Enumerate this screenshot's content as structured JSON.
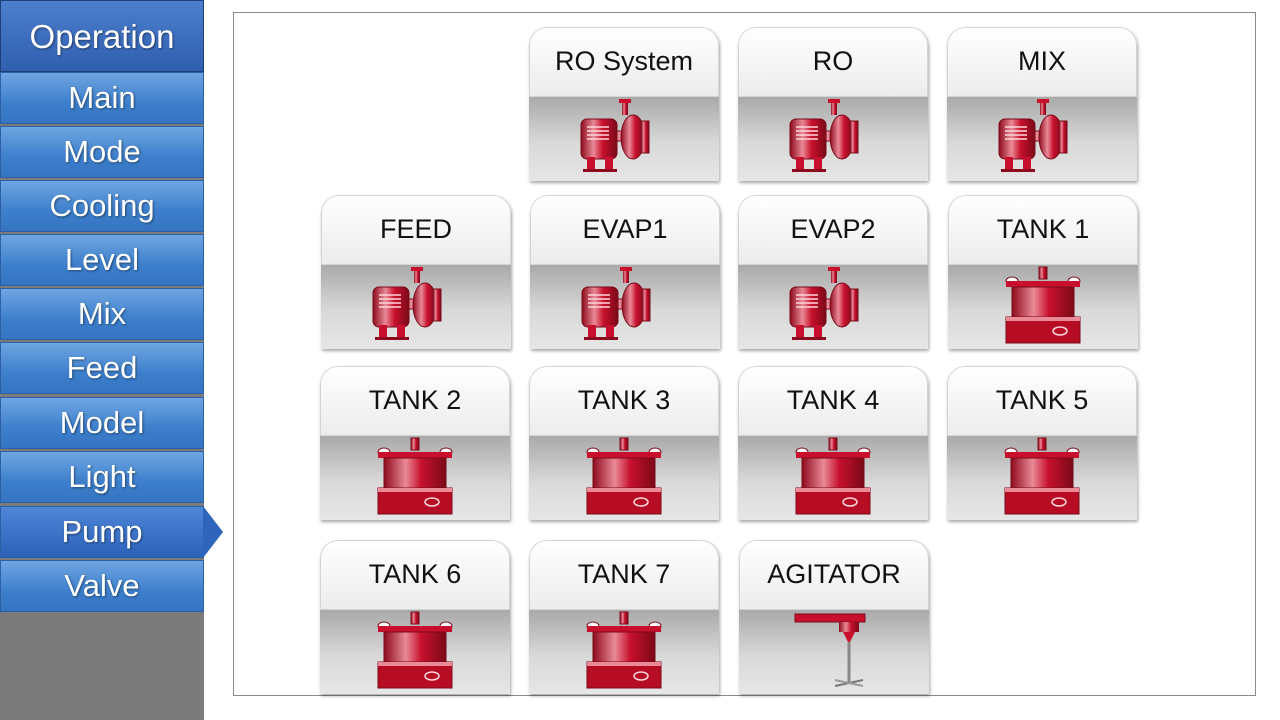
{
  "sidebar": {
    "header": "Operation",
    "items": [
      {
        "label": "Main"
      },
      {
        "label": "Mode"
      },
      {
        "label": "Cooling"
      },
      {
        "label": "Level"
      },
      {
        "label": "Mix"
      },
      {
        "label": "Feed"
      },
      {
        "label": "Model"
      },
      {
        "label": "Light"
      },
      {
        "label": "Pump",
        "active": true
      },
      {
        "label": "Valve"
      }
    ]
  },
  "panel": {
    "cards": [
      {
        "label": "RO System",
        "icon": "pump-icon"
      },
      {
        "label": "RO",
        "icon": "pump-icon"
      },
      {
        "label": "MIX",
        "icon": "pump-icon"
      },
      {
        "label": "FEED",
        "icon": "pump-icon"
      },
      {
        "label": "EVAP1",
        "icon": "pump-icon"
      },
      {
        "label": "EVAP2",
        "icon": "pump-icon"
      },
      {
        "label": "TANK 1",
        "icon": "tank-icon"
      },
      {
        "label": "TANK 2",
        "icon": "tank-icon"
      },
      {
        "label": "TANK 3",
        "icon": "tank-icon"
      },
      {
        "label": "TANK 4",
        "icon": "tank-icon"
      },
      {
        "label": "TANK 5",
        "icon": "tank-icon"
      },
      {
        "label": "TANK 6",
        "icon": "tank-icon"
      },
      {
        "label": "TANK 7",
        "icon": "tank-icon"
      },
      {
        "label": "AGITATOR",
        "icon": "agitator-icon"
      }
    ]
  },
  "colors": {
    "sidebar_bg": "#7b7b7b",
    "button_blue": "#3d7fcc",
    "equipment_red": "#c8102e"
  }
}
